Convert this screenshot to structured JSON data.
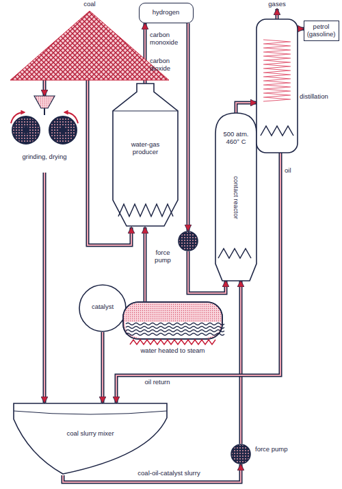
{
  "diagram": {
    "nodes": [
      {
        "text": [
          "coal"
        ]
      },
      {
        "text": [
          "grinding, drying"
        ]
      },
      {
        "text": [
          "hydrogen"
        ]
      },
      {
        "text": [
          "water-gas producer"
        ]
      },
      {
        "text": [
          "500 atm. 460° C",
          "contact reactor"
        ]
      },
      {
        "text": [
          "distillation"
        ]
      },
      {
        "text": [
          "petrol (gasoline)"
        ]
      },
      {
        "text": [
          "catalyst"
        ]
      },
      {
        "text": [
          "force pump"
        ]
      },
      {
        "text": [
          "water heated to steam"
        ]
      },
      {
        "text": [
          "coal slurry mixer"
        ]
      },
      {
        "text": [
          "force pump"
        ]
      }
    ],
    "edges": [
      {
        "from": 0,
        "to": 1,
        "arrow": "to"
      },
      {
        "from": 1,
        "to": 10,
        "arrow": "to"
      },
      {
        "from": 0,
        "to": 3,
        "arrow": "to"
      },
      {
        "from": 9,
        "to": 3,
        "arrow": "to"
      },
      {
        "from": 3,
        "to": 2,
        "arrow": "to"
      },
      {
        "from": 2,
        "to": 8,
        "arrow": "to"
      },
      {
        "from": 8,
        "to": 4,
        "arrow": "to"
      },
      {
        "from": 7,
        "to": 10,
        "arrow": "to"
      },
      {
        "from": 10,
        "to": 11,
        "label": "coal-oil-catalyst slurry",
        "arrow": "to"
      },
      {
        "from": 11,
        "to": 4,
        "arrow": "to"
      },
      {
        "from": 4,
        "to": 5,
        "arrow": "to"
      },
      {
        "from": 5,
        "to": 6,
        "arrow": "to"
      },
      {
        "from": 5,
        "to": 10,
        "label": "oil return",
        "arrow": "to"
      }
    ],
    "labels": [
      "carbon monoxide",
      "carbon dioxide",
      "gases",
      "oil"
    ]
  }
}
